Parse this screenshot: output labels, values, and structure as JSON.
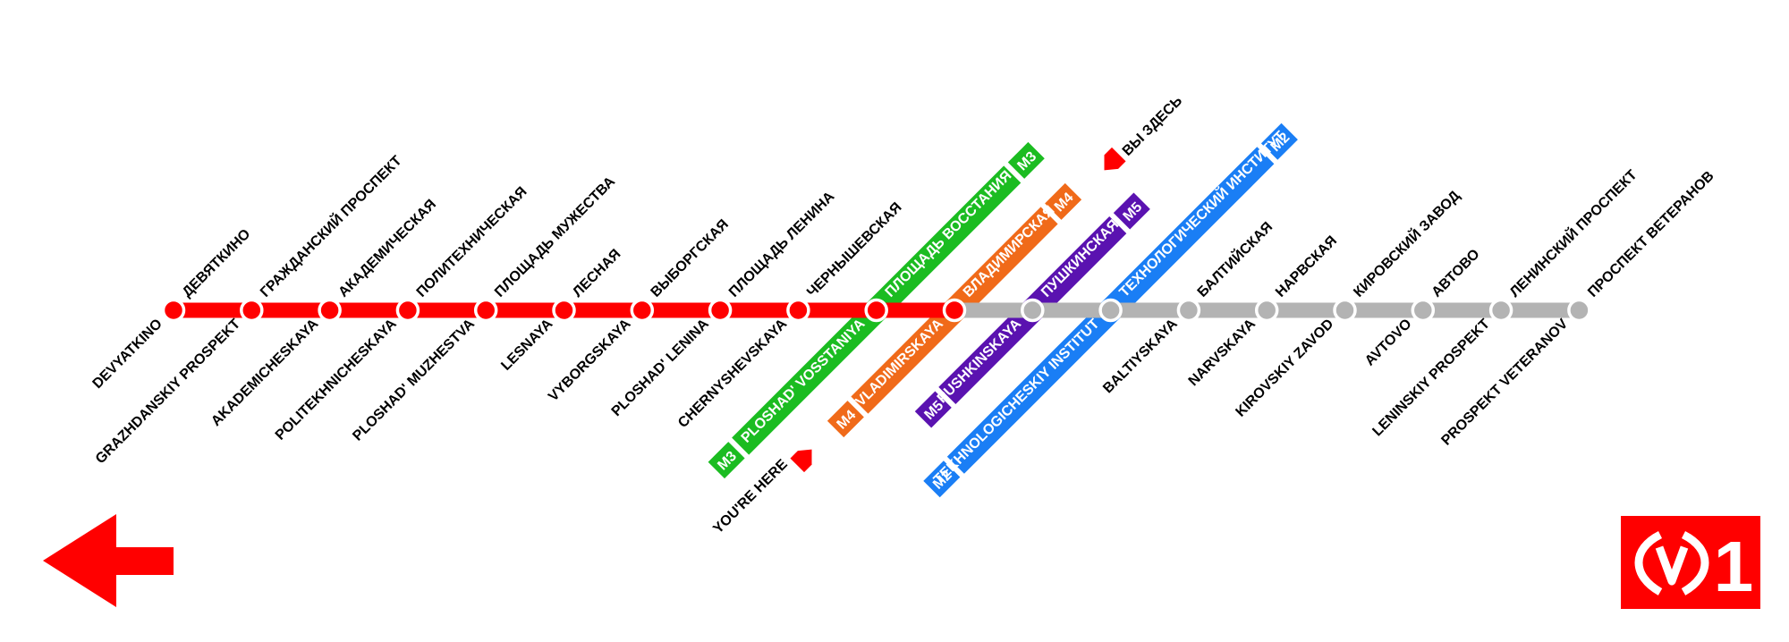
{
  "line": {
    "badge_number": "1",
    "badge_symbol": "M",
    "colors": {
      "line1": "#ff0000",
      "inactive": "#b3b3b3",
      "line2": "#1a7ef5",
      "line3": "#1bbc21",
      "line4": "#f06a19",
      "line5": "#5a12b0",
      "station_border": "#ffffff",
      "text": "#000000",
      "badge_text": "#ffffff"
    }
  },
  "stations": [
    {
      "ru": "ДЕВЯТКИНО",
      "en": "DEVYATKINO",
      "state": "visited"
    },
    {
      "ru": "ГРАЖДАНСКИЙ ПРОСПЕКТ",
      "en": "GRAZHDANSKIY PROSPEKT",
      "state": "visited"
    },
    {
      "ru": "АКАДЕМИЧЕСКАЯ",
      "en": "AKADEMICHESKAYA",
      "state": "visited"
    },
    {
      "ru": "ПОЛИТЕХНИЧЕСКАЯ",
      "en": "POLITEKHNICHESKAYA",
      "state": "visited"
    },
    {
      "ru": "ПЛОЩАДЬ МУЖЕСТВА",
      "en": "PLOSHAD' MUZHESTVA",
      "state": "visited"
    },
    {
      "ru": "ЛЕСНАЯ",
      "en": "LESNAYA",
      "state": "visited"
    },
    {
      "ru": "ВЫБОРГСКАЯ",
      "en": "VYBORGSKAYA",
      "state": "visited"
    },
    {
      "ru": "ПЛОЩАДЬ ЛЕНИНА",
      "en": "PLOSHAD' LENINA",
      "state": "visited"
    },
    {
      "ru": "ЧЕРНЫШЕВСКАЯ",
      "en": "CHERNYSHEVSKAYA",
      "state": "visited"
    },
    {
      "ru": "ПЛОЩАДЬ ВОССТАНИЯ",
      "en": "PLOSHAD' VOSSTANIYA",
      "state": "visited",
      "transfer_line": "3",
      "transfer_color": "#1bbc21"
    },
    {
      "ru": "ВЛАДИМИРСКАЯ",
      "en": "VLADIMIRSKAYA",
      "state": "current",
      "transfer_line": "4",
      "transfer_color": "#f06a19"
    },
    {
      "ru": "ПУШКИНСКАЯ",
      "en": "PUSHKINSKAYA",
      "state": "upcoming",
      "transfer_line": "5",
      "transfer_color": "#5a12b0"
    },
    {
      "ru": "ТЕХНОЛОГИЧЕСКИЙ ИНСТИТУТ",
      "en": "TEKHNOLOGICHESKIY INSTITUT",
      "state": "upcoming",
      "transfer_line": "2",
      "transfer_color": "#1a7ef5"
    },
    {
      "ru": "БАЛТИЙСКАЯ",
      "en": "BALTIYSKAYA",
      "state": "upcoming"
    },
    {
      "ru": "НАРВСКАЯ",
      "en": "NARVSKAYA",
      "state": "upcoming"
    },
    {
      "ru": "КИРОВСКИЙ ЗАВОД",
      "en": "KIROVSKIY ZAVOD",
      "state": "upcoming"
    },
    {
      "ru": "АВТОВО",
      "en": "AVTOVO",
      "state": "upcoming"
    },
    {
      "ru": "ЛЕНИНСКИЙ ПРОСПЕКТ",
      "en": "LENINSKIY PROSPEKT",
      "state": "upcoming"
    },
    {
      "ru": "ПРОСПЕКТ ВЕТЕРАНОВ",
      "en": "PROSPEKT VETERANOV",
      "state": "upcoming"
    }
  ],
  "you_are_here": {
    "ru": "ВЫ ЗДЕСЬ",
    "en": "YOU'RE HERE",
    "station_index": 10
  },
  "direction": {
    "icon": "arrow-left-icon",
    "color": "#ff0000"
  }
}
